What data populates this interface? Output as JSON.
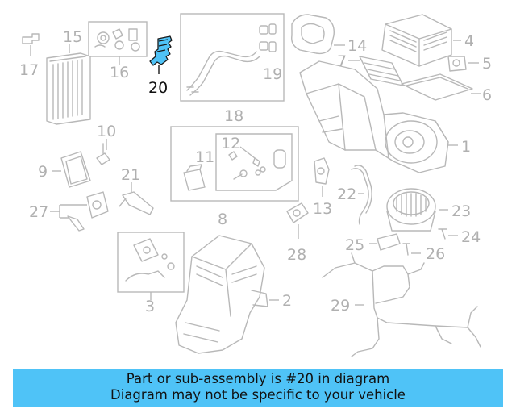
{
  "callouts": {
    "c1": "1",
    "c2": "2",
    "c3": "3",
    "c4": "4",
    "c5": "5",
    "c6": "6",
    "c7": "7",
    "c8": "8",
    "c9": "9",
    "c10": "10",
    "c11": "11",
    "c12": "12",
    "c13": "13",
    "c14": "14",
    "c15": "15",
    "c16": "16",
    "c17": "17",
    "c18": "18",
    "c19": "19",
    "c20": "20",
    "c21": "21",
    "c22": "22",
    "c23": "23",
    "c24": "24",
    "c25": "25",
    "c26": "26",
    "c27": "27",
    "c28": "28",
    "c29": "29"
  },
  "highlight": {
    "part": "20",
    "color": "#4fc3f7"
  },
  "banner": {
    "line1": "Part or sub-assembly is #20 in diagram",
    "line2": "Diagram may not be specific to your vehicle",
    "color": "#4fc3f7"
  }
}
